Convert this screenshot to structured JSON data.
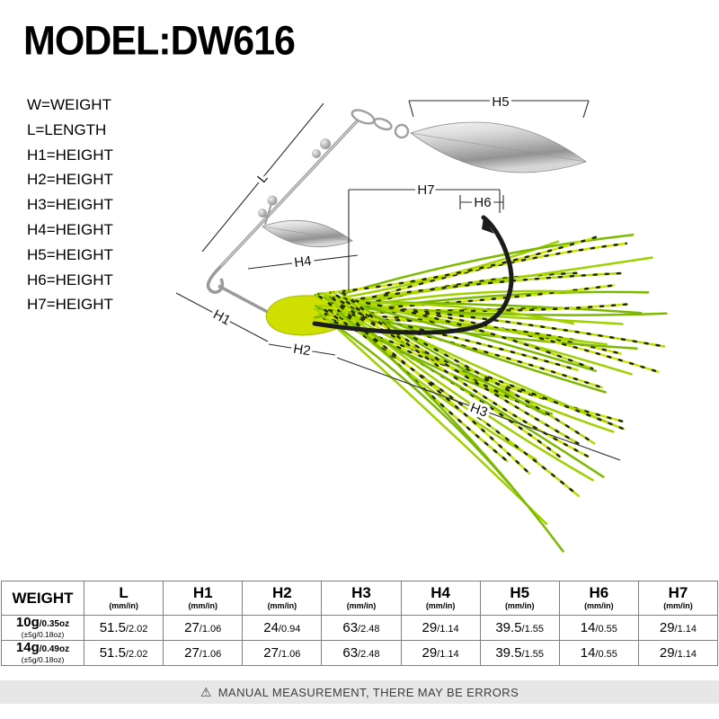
{
  "page": {
    "title": "MODEL:DW616",
    "disclaimer_text": "MANUAL MEASUREMENT, THERE MAY BE ERRORS"
  },
  "icons": {
    "warning": "⚠"
  },
  "legend": {
    "items": [
      "W=WEIGHT",
      "L=LENGTH",
      "H1=HEIGHT",
      "H2=HEIGHT",
      "H3=HEIGHT",
      "H4=HEIGHT",
      "H5=HEIGHT",
      "H6=HEIGHT",
      "H7=HEIGHT"
    ]
  },
  "diagram": {
    "l": "L",
    "h1": "H1",
    "h2": "H2",
    "h3": "H3",
    "h4": "H4",
    "h5": "H5",
    "h6": "H6",
    "h7": "H7"
  },
  "table": {
    "weight_header": "WEIGHT",
    "unit": "(mm/in)",
    "columns": [
      "L",
      "H1",
      "H2",
      "H3",
      "H4",
      "H5",
      "H6",
      "H7"
    ],
    "rows": [
      {
        "weight_main": "10g",
        "weight_oz": "/0.35oz",
        "weight_tol": "(±5g/0.18oz)",
        "values": [
          {
            "mm": "51.5",
            "in": "/2.02"
          },
          {
            "mm": "27",
            "in": "/1.06"
          },
          {
            "mm": "24",
            "in": "/0.94"
          },
          {
            "mm": "63",
            "in": "/2.48"
          },
          {
            "mm": "29",
            "in": "/1.14"
          },
          {
            "mm": "39.5",
            "in": "/1.55"
          },
          {
            "mm": "14",
            "in": "/0.55"
          },
          {
            "mm": "29",
            "in": "/1.14"
          }
        ]
      },
      {
        "weight_main": "14g",
        "weight_oz": "/0.49oz",
        "weight_tol": "(±5g/0.18oz)",
        "values": [
          {
            "mm": "51.5",
            "in": "/2.02"
          },
          {
            "mm": "27",
            "in": "/1.06"
          },
          {
            "mm": "27",
            "in": "/1.06"
          },
          {
            "mm": "63",
            "in": "/2.48"
          },
          {
            "mm": "29",
            "in": "/1.14"
          },
          {
            "mm": "39.5",
            "in": "/1.55"
          },
          {
            "mm": "14",
            "in": "/0.55"
          },
          {
            "mm": "29",
            "in": "/1.14"
          }
        ]
      }
    ]
  },
  "colors": {
    "head": "#cfe000",
    "skirt_palette": [
      "#cbe300",
      "#9fd000",
      "#b4da00",
      "#7cb800"
    ],
    "band": "#1d2b00",
    "blade_silver": "#c7c7c7",
    "table_border": "#7f7f7f",
    "disclaimer_bg": "#e7e7e7"
  }
}
